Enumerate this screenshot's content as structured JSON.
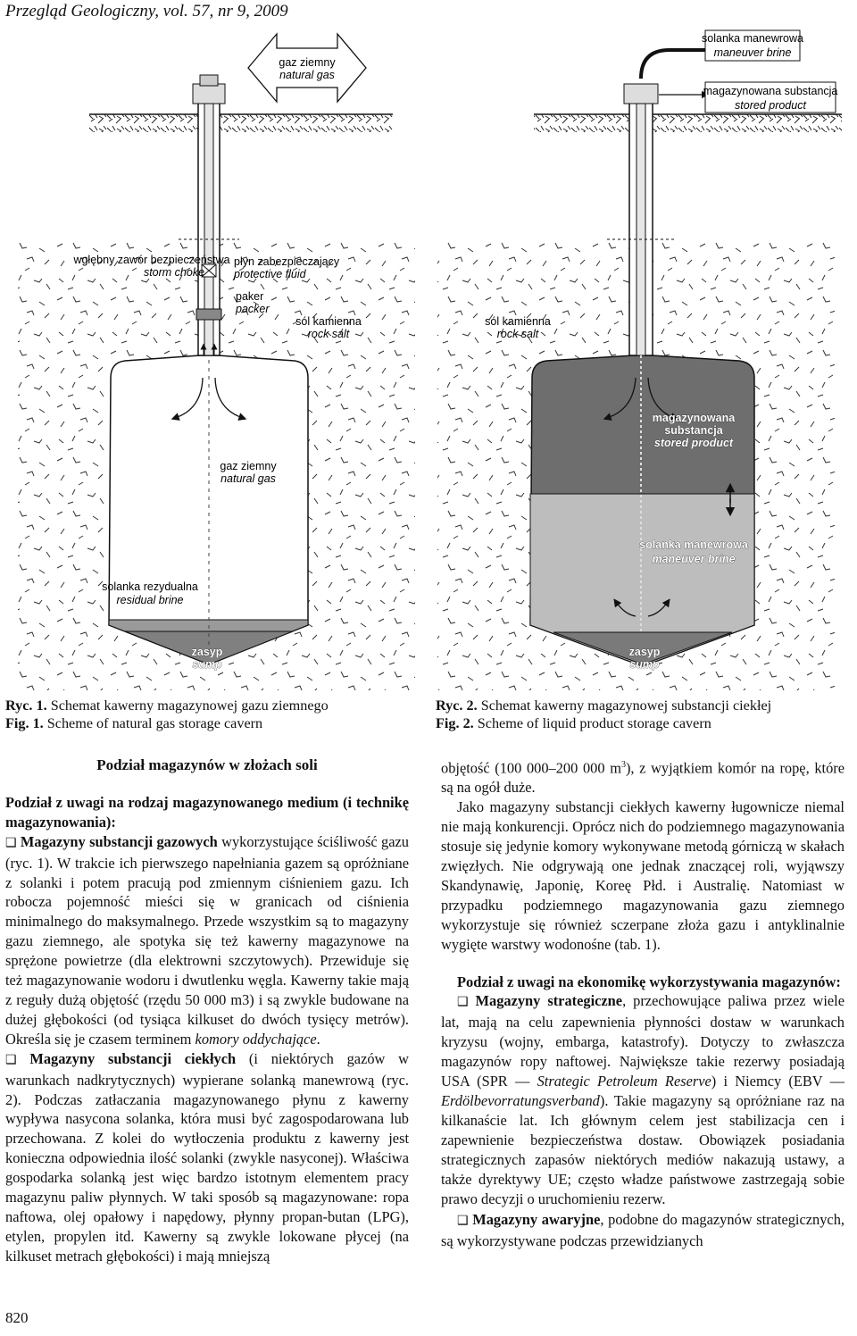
{
  "header": {
    "journal": "Przegląd Geologiczny, vol. 57, nr 9, 2009"
  },
  "figure": {
    "gas_top_pl": "gaz ziemny",
    "gas_top_en": "natural gas",
    "maneuver_pl": "solanka manewrowa",
    "maneuver_en": "maneuver brine",
    "stored_pl": "magazynowana substancja",
    "stored_en": "stored product",
    "choke_pl": "wgłębny zawór bezpieczeństwa",
    "choke_en": "storm choke",
    "fluid_pl": "płyn zabezpieczający",
    "fluid_en": "protective fluid",
    "packer_pl": "paker",
    "packer_en": "packer",
    "salt1_pl": "sól kamienna",
    "salt1_en": "rock salt",
    "salt2_pl": "sól kamienna",
    "salt2_en": "rock salt",
    "stored2_pl1": "magazynowana",
    "stored2_pl2": "substancja",
    "stored2_en": "stored product",
    "gas_mid_pl": "gaz ziemny",
    "gas_mid_en": "natural gas",
    "maneuver2_pl": "solanka manewrowa",
    "maneuver2_en": "maneuver brine",
    "residual_pl": "solanka rezydualna",
    "residual_en": "residual brine",
    "sump1_pl": "zasyp",
    "sump1_en": "sump",
    "sump2_pl": "zasyp",
    "sump2_en": "sump"
  },
  "captions": {
    "ryc1_label": "Ryc. 1.",
    "ryc1_text": " Schemat kawerny magazynowej gazu ziemnego",
    "fig1_label": "Fig. 1.",
    "fig1_text": " Scheme of natural gas storage cavern",
    "ryc2_label": "Ryc. 2.",
    "ryc2_text": " Schemat kawerny magazynowej substancji ciekłej",
    "fig2_label": "Fig. 2.",
    "fig2_text": " Scheme of liquid product storage cavern"
  },
  "left_col": {
    "heading": "Podział magazynów w złożach soli",
    "subheading": "Podział z uwagi na rodzaj magazynowanego medium (i technikę magazynowania):",
    "bullet": "❑",
    "p1_bold": "Magazyny substancji gazowych",
    "p1_text": " wykorzystujące ściśliwość gazu (ryc. 1). W trakcie ich pierwszego napełniania gazem są opróżniane z solanki i potem pracują pod zmiennym ciśnieniem gazu. Ich robocza pojemność mieści się w granicach od ciśnienia minimalnego do maksymalnego. Przede wszystkim są to magazyny gazu ziemnego, ale spotyka się też kawerny magazynowe na sprężone powietrze (dla elektrowni szczytowych). Przewiduje się też magazynowanie wodoru i dwutlenku węgla. Kawerny takie mają z reguły dużą objętość (rzędu 50 000 m3) i są zwykle budowane na dużej głębokości (od tysiąca kilkuset do dwóch tysięcy metrów). Określa się je czasem terminem ",
    "p1_italic": "komory oddychające",
    "p1_end": ".",
    "p2_bold": "Magazyny substancji ciekłych",
    "p2_text": " (i niektórych gazów w warunkach nadkrytycznych) wypierane solanką manewrową (ryc. 2). Podczas zatłaczania magazynowanego płynu z kawerny wypływa nasycona solanka, która musi być zagospodarowana lub przechowana. Z kolei do wytłoczenia produktu z kawerny jest konieczna odpowiednia ilość solanki (zwykle nasyconej). Właściwa gospodarka solanką jest więc bardzo istotnym elementem pracy magazynu paliw płynnych. W taki sposób są magazynowane: ropa naftowa, olej opałowy i napędowy, płynny propan-butan (LPG), etylen, propylen itd. Kawerny są zwykle lokowane płycej (na kilkuset metrach głębokości) i mają mniejszą"
  },
  "right_col": {
    "p1_a": "objętość (100 000–200 000 m",
    "p1_sup": "3",
    "p1_b": "), z wyjątkiem komór na ropę, które są na ogół duże.",
    "p2": "Jako magazyny substancji ciekłych kawerny ługownicze niemal nie mają konkurencji. Oprócz nich do podziemnego magazynowania stosuje się jedynie komory wykonywane metodą górniczą w skałach zwięzłych. Nie odgrywają one jednak znaczącej roli, wyjąwszy Skandynawię, Japonię, Koreę Płd. i Australię. Natomiast w przypadku podziemnego magazynowania gazu ziemnego wykorzystuje się również sczerpane złoża gazu i antyklinalnie wygięte warstwy wodonośne (tab. 1).",
    "subheading": "Podział z uwagi na ekonomikę wykorzystywania magazynów:",
    "bullet": "❑",
    "p3_bold": "Magazyny strategiczne",
    "p3_a": ", przechowujące paliwa przez wiele lat, mają na celu zapewnienia płynności dostaw w warunkach kryzysu (wojny, embarga, katastrofy). Dotyczy to zwłaszcza magazynów ropy naftowej. Największe takie rezerwy posiadają USA (SPR — ",
    "p3_i1": "Strategic Petroleum Reserve",
    "p3_b": ") i Niemcy (EBV — ",
    "p3_i2": "Erdölbevorratungsverband",
    "p3_c": "). Takie magazyny są opróżniane raz na kilkanaście lat. Ich głównym celem jest stabilizacja cen i zapewnienie bezpieczeństwa dostaw. Obowiązek posiadania strategicznych zapasów niektórych mediów nakazują ustawy, a także dyrektywy UE; często władze państwowe zastrzegają sobie prawo decyzji o uruchomieniu rezerw.",
    "p4_bold": "Magazyny awaryjne",
    "p4_text": ", podobne do magazynów strategicznych, są wykorzystywane podczas przewidzianych"
  },
  "page_number": "820"
}
